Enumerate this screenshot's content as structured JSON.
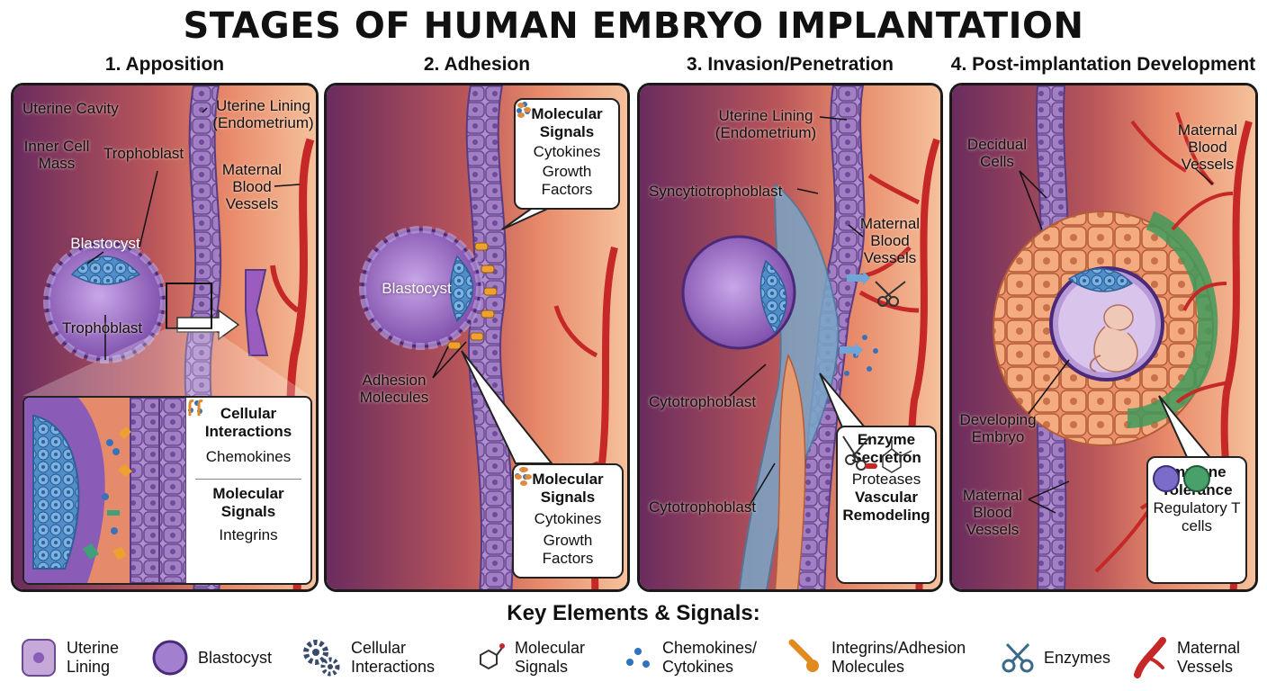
{
  "title": "STAGES OF HUMAN EMBRYO IMPLANTATION",
  "stages": [
    {
      "heading": "1. Apposition"
    },
    {
      "heading": "2. Adhesion"
    },
    {
      "heading": "3. Invasion/Penetration"
    },
    {
      "heading": "4. Post-implantation Development"
    }
  ],
  "panel1": {
    "uterine_cavity": "Uterine Cavity",
    "uterine_lining": "Uterine Lining (Endometrium)",
    "inner_cell_mass": "Inner Cell Mass",
    "trophoblast_top": "Trophoblast",
    "maternal_vessels": "Maternal Blood Vessels",
    "blastocyst": "Blastocyst",
    "trophoblast_bottom": "Trophoblast",
    "inset": {
      "cellular_title": "Cellular Interactions",
      "chemokines": "Chemokines",
      "molecular_title": "Molecular Signals",
      "integrins": "Integrins"
    }
  },
  "panel2": {
    "blastocyst": "Blastocyst",
    "adhesion": "Adhesion Molecules",
    "callout_top": {
      "title": "Molecular Signals",
      "cytokines": "Cytokines",
      "growth": "Growth Factors"
    },
    "callout_bottom": {
      "title": "Molecular Signals",
      "cytokines": "Cytokines",
      "growth": "Growth Factors"
    }
  },
  "panel3": {
    "uterine_lining": "Uterine Lining (Endometrium)",
    "syncytio": "Syncytiotrophoblast",
    "maternal_vessels": "Maternal Blood Vessels",
    "cyto1": "Cytotrophoblast",
    "cyto2": "Cytotrophoblast",
    "callout": {
      "enzyme": "Enzyme Secretion",
      "proteases": "Proteases",
      "vascular": "Vascular Remodeling"
    }
  },
  "panel4": {
    "decidual": "Decidual Cells",
    "maternal_vessels_top": "Maternal Blood Vessels",
    "developing": "Developing Embryo",
    "maternal_vessels_bottom": "Maternal Blood Vessels",
    "callout": {
      "title": "Immune Tolerance",
      "tcells": "Regulatory T cells"
    }
  },
  "legend": {
    "title": "Key Elements & Signals:",
    "items": [
      {
        "label": "Uterine Lining",
        "icon": "uterine-lining-icon"
      },
      {
        "label": "Blastocyst",
        "icon": "blastocyst-icon"
      },
      {
        "label": "Cellular Interactions",
        "icon": "gears-icon"
      },
      {
        "label": "Molecular Signals",
        "icon": "molecule-icon"
      },
      {
        "label": "Chemokines/ Cytokines",
        "icon": "dots-icon"
      },
      {
        "label": "Integrins/Adhesion Molecules",
        "icon": "integrin-icon"
      },
      {
        "label": "Enzymes",
        "icon": "scissors-icon"
      },
      {
        "label": "Maternal Vessels",
        "icon": "vessel-icon"
      }
    ]
  },
  "colors": {
    "lining": "#a78bc8",
    "blastocyst": "#8a5cb8",
    "icm": "#5b9bd5",
    "vessel": "#c62828",
    "decidual": "#f0a070",
    "tolerance": "#3f9a5a"
  }
}
